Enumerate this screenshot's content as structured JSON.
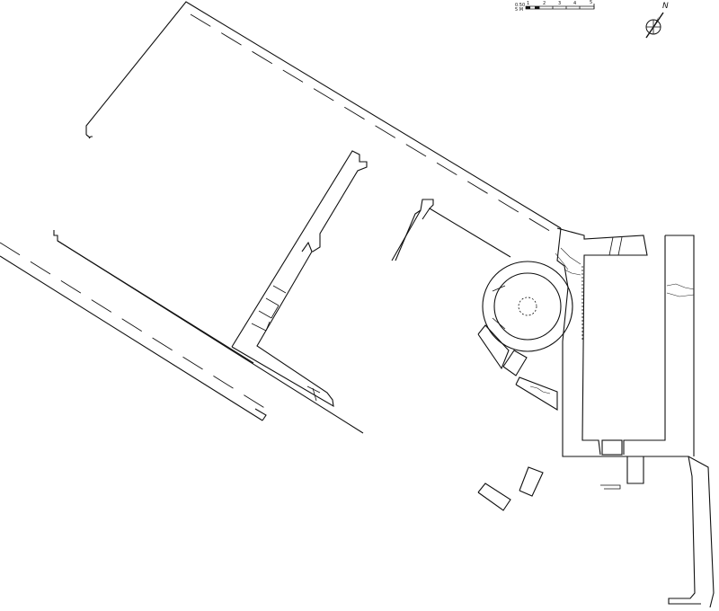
{
  "scale_bar": {
    "labels": [
      "0",
      "1",
      "2",
      "3",
      "4",
      "5"
    ],
    "unit_label": "0.50",
    "sub_label": "5 M"
  },
  "north_arrow": {
    "label": "N",
    "icon": "north-arrow-icon"
  },
  "colors": {
    "ink": "#111111",
    "paper": "#ffffff"
  }
}
